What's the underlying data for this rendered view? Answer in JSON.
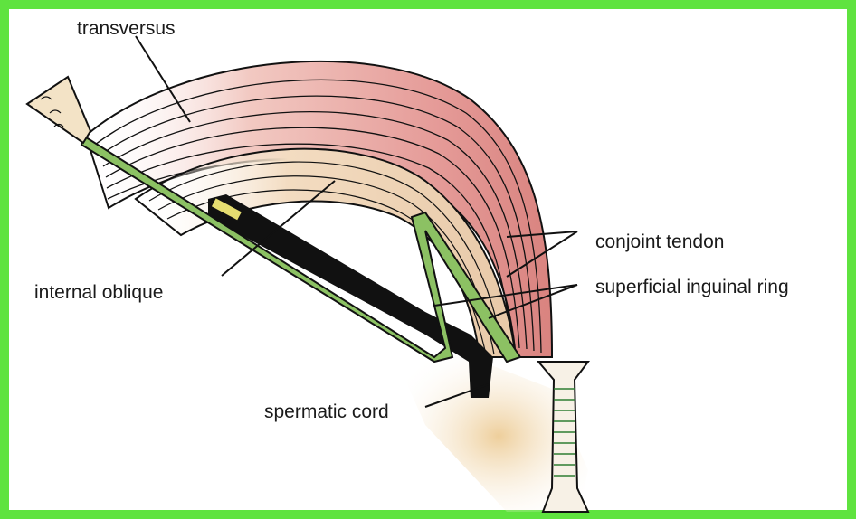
{
  "colors": {
    "frame_border": "#5fe33f",
    "fascia_green": "#8cc163",
    "muscle_pink": "#e7a3a0",
    "shading_tan": "#eccc96",
    "cord_black": "#111111"
  },
  "labels": {
    "transversus": "transversus",
    "internal_oblique": "internal oblique",
    "conjoint_tendon": "conjoint tendon",
    "superficial_inguinal_ring": "superficial inguinal ring",
    "spermatic_cord": "spermatic cord"
  }
}
